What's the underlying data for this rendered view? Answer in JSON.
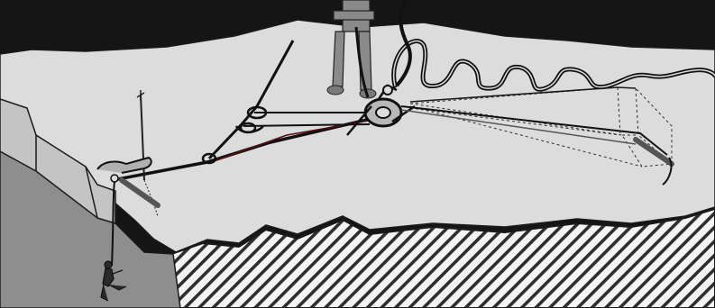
{
  "diagram": {
    "elements": [
      {
        "id": "dark-sky",
        "kind": "background"
      },
      {
        "id": "rock-plateau",
        "kind": "surface"
      },
      {
        "id": "cliff-face",
        "kind": "surface"
      },
      {
        "id": "hatched-ground",
        "kind": "section"
      },
      {
        "id": "standing-rescuer",
        "kind": "figure"
      },
      {
        "id": "hanging-climber",
        "kind": "figure"
      },
      {
        "id": "main-rope",
        "kind": "rope"
      },
      {
        "id": "coiled-rope",
        "kind": "rope"
      },
      {
        "id": "anchor-hub",
        "kind": "hardware"
      },
      {
        "id": "edge-pulley",
        "kind": "hardware"
      },
      {
        "id": "rope-grab",
        "kind": "hardware"
      },
      {
        "id": "marker-stake",
        "kind": "hardware"
      },
      {
        "id": "anchor-sling-bundle",
        "kind": "rigging"
      },
      {
        "id": "perspective-box",
        "kind": "guide"
      }
    ],
    "colors": {
      "sky": "#151515",
      "plateau": "#dcdcdc",
      "cliff": "#8e8e8e",
      "ledge": "#c4c4c4",
      "ground": "#f4f4f4",
      "hatch": "#2e2e2e",
      "rope": "#141414",
      "figure": "#8a8a8a"
    }
  }
}
